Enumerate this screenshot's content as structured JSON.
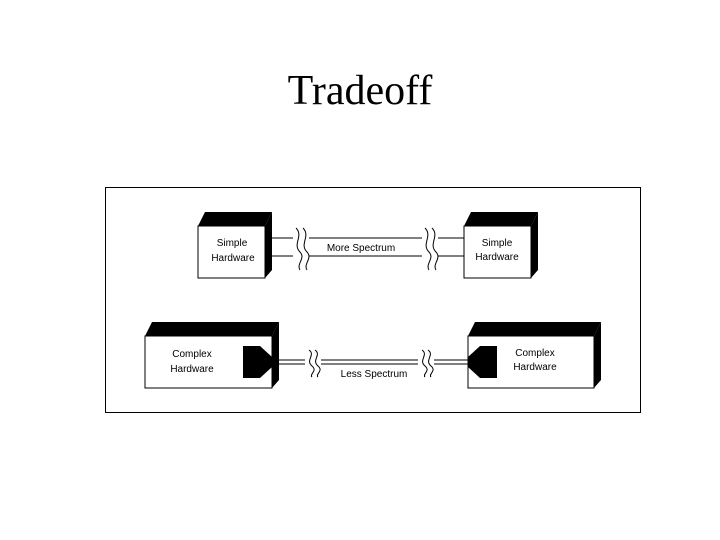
{
  "title": "Tradeoff",
  "diagram": {
    "top_row": {
      "left_box": {
        "line1": "Simple",
        "line2": "Hardware"
      },
      "link_label": "More Spectrum",
      "right_box": {
        "line1": "Simple",
        "line2": "Hardware"
      }
    },
    "bottom_row": {
      "left_box": {
        "line1": "Complex",
        "line2": "Hardware"
      },
      "link_label": "Less Spectrum",
      "right_box": {
        "line1": "Complex",
        "line2": "Hardware"
      }
    }
  }
}
